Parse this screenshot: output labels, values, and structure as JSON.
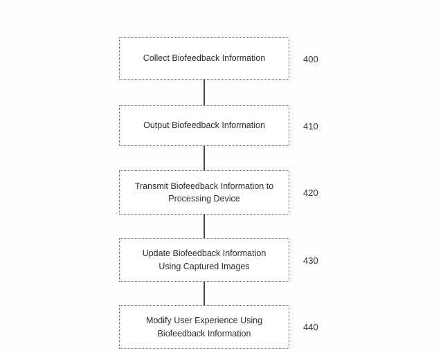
{
  "diagram": {
    "type": "flowchart",
    "direction": "vertical",
    "steps": [
      {
        "label": "Collect Biofeedback Information",
        "ref": "400"
      },
      {
        "label": "Output Biofeedback Information",
        "ref": "410"
      },
      {
        "label": "Transmit Biofeedback Information to Processing Device",
        "ref": "420"
      },
      {
        "label": "Update Biofeedback Information Using Captured Images",
        "ref": "430"
      },
      {
        "label": "Modify User Experience Using Biofeedback Information",
        "ref": "440"
      }
    ],
    "colors": {
      "box_background": "#ffffff",
      "box_border": "#6b6b6b",
      "connector": "#4a4a4a",
      "text": "#2b2b2b"
    }
  }
}
